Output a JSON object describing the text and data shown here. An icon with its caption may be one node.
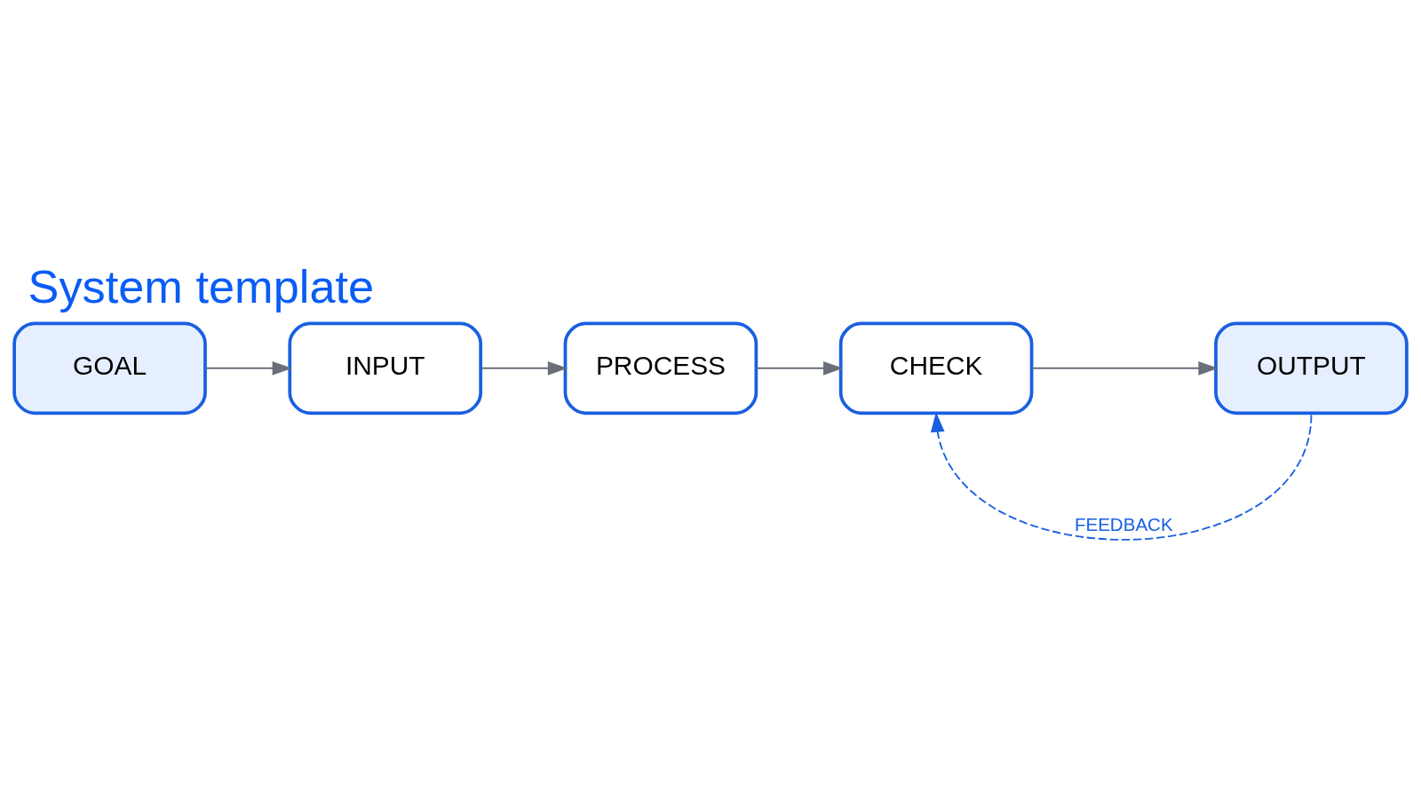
{
  "diagram": {
    "title": "System template",
    "nodes": [
      {
        "text": [
          "GOAL"
        ]
      },
      {
        "text": [
          "INPUT"
        ]
      },
      {
        "text": [
          "PROCESS"
        ]
      },
      {
        "text": [
          "CHECK"
        ]
      },
      {
        "text": [
          "OUTPUT"
        ]
      }
    ],
    "edges": [
      {
        "from": 0,
        "to": 1,
        "arrow": "to"
      },
      {
        "from": 1,
        "to": 2,
        "arrow": "to"
      },
      {
        "from": 2,
        "to": 3,
        "arrow": "to"
      },
      {
        "from": 3,
        "to": 4,
        "arrow": "to"
      },
      {
        "from": 4,
        "to": 3,
        "arrow": "to",
        "style": "dashed",
        "color": "#1a5fe0",
        "label": "FEEDBACK"
      }
    ]
  }
}
